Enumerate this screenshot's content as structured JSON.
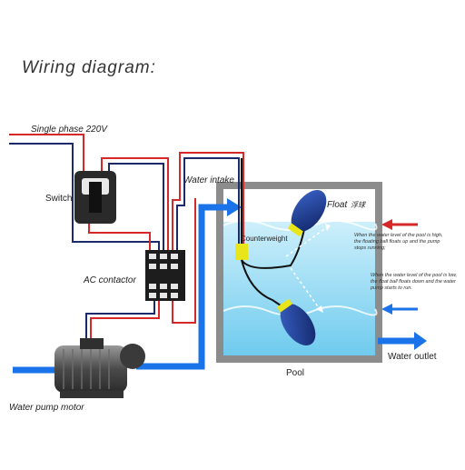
{
  "title": "Wiring diagram:",
  "labels": {
    "single_phase": "Single phase 220V",
    "switch": "Switch",
    "water_intake": "Water intake",
    "float": "Float",
    "float_cn": "浮球",
    "counterweight": "Counterweight",
    "ac_contactor": "AC contactor",
    "pool": "Pool",
    "water_outlet": "Water outlet",
    "water_pump_motor": "Water pump motor"
  },
  "notes": {
    "high_level": "When the water level of the pool is high, the floating ball floats up and the pump stops running;",
    "low_level": "When the water level of the pool is low, the float ball floats down and the water pump starts to run."
  },
  "colors": {
    "live_wire": "#d62828",
    "neutral_wire": "#1b2a6b",
    "water_pipe": "#1a73e8",
    "water": "#7fd3f0",
    "tank_wall": "#8c8c8c",
    "float_body": "#1b3a8c",
    "float_band": "#e8e51a"
  }
}
